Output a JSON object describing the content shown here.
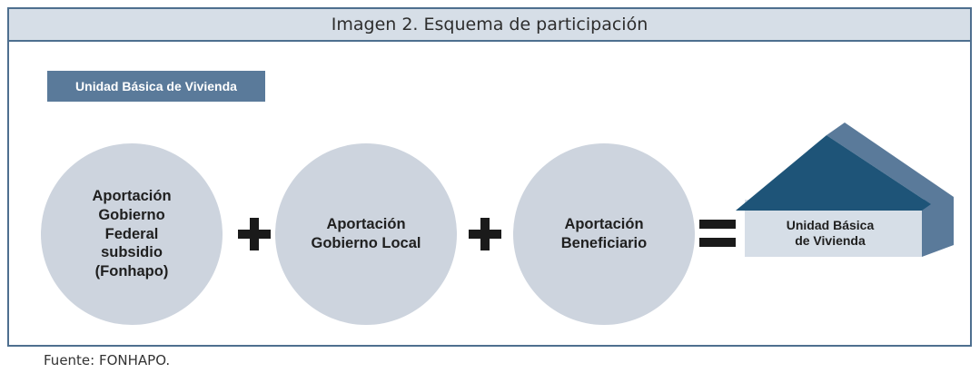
{
  "title": "Imagen 2. Esquema de participación",
  "section_label": "Unidad Básica de Vivienda",
  "circles": [
    {
      "label": "Aportación\nGobierno\nFederal\nsubsidio\n(Fonhapo)"
    },
    {
      "label": "Aportación\nGobierno Local"
    },
    {
      "label": "Aportación\nBeneficiario"
    }
  ],
  "result_label": "Unidad Básica\nde Vivienda",
  "source": "Fuente: FONHAPO.",
  "colors": {
    "frame": "#4e6f8f",
    "title_bg": "#d6dee7",
    "circle": "#cdd4de",
    "roof": "#1e5478",
    "house_side": "#5a7a9a"
  }
}
